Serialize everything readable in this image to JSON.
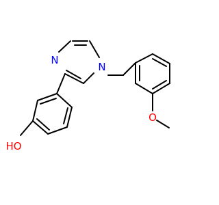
{
  "molecule": {
    "atoms": [
      {
        "symbol": "N",
        "color": "#0000ff"
      },
      {
        "symbol": "N",
        "color": "#0000ff"
      },
      {
        "symbol": "O",
        "color": "#ff0000"
      },
      {
        "symbol": "HO",
        "color": "#ff0000"
      }
    ],
    "bond_color": "#000000"
  }
}
